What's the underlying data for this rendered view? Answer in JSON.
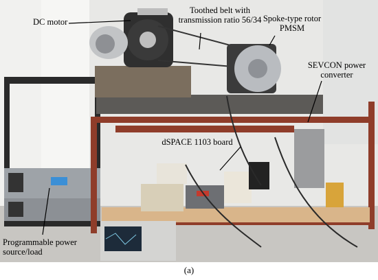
{
  "figure": {
    "caption": "(a)",
    "labels": {
      "dc_motor": "DC motor",
      "belt_line1": "Toothed belt with",
      "belt_line2": "transmission ratio 56/34",
      "rotor_line1": "Spoke-type rotor",
      "rotor_line2": "PMSM",
      "sevcon_line1": "SEVCON power",
      "sevcon_line2": "converter",
      "dspace": "dSPACE 1103 board",
      "prog_line1": "Programmable power",
      "prog_line2": "source/load"
    }
  },
  "colors": {
    "rack_red": "#8f3d2a",
    "wall": "#e9e9e7",
    "floor": "#c9c7c3",
    "wood": "#d9b58a",
    "motor_dark": "#3a3a3a",
    "motor_silver": "#b9bcc0"
  }
}
